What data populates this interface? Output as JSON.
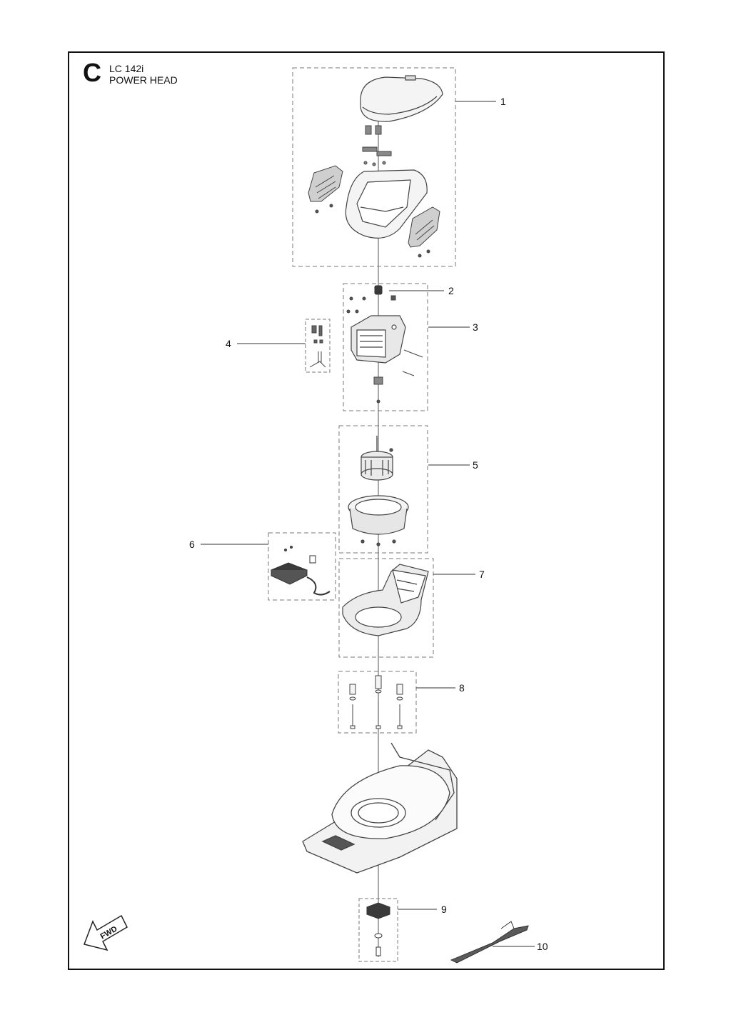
{
  "header": {
    "sheet_letter": "C",
    "model": "LC 142i",
    "section": "POWER HEAD"
  },
  "direction_marker": "FWD",
  "callouts": [
    "1",
    "2",
    "3",
    "4",
    "5",
    "6",
    "7",
    "8",
    "9",
    "10"
  ],
  "colors": {
    "line": "#111111",
    "dashed_box": "#7a7a7a",
    "part_stroke": "#444444",
    "part_fill": "#f4f4f4",
    "part_dark": "#3a3a3a"
  }
}
